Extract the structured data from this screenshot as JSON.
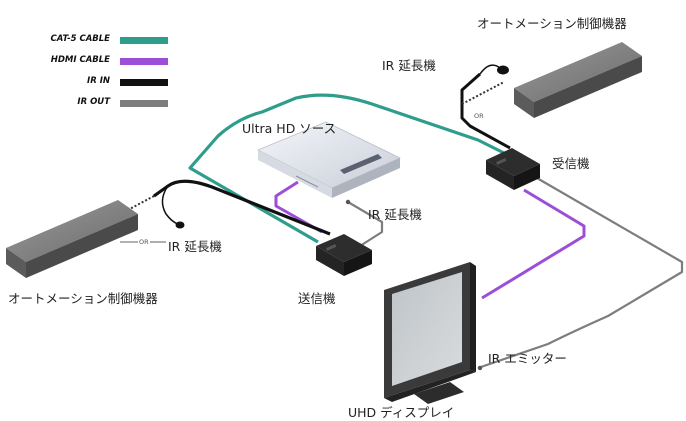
{
  "legend": [
    {
      "label": "CAT-5 CABLE",
      "color": "#2f9d8c"
    },
    {
      "label": "HDMI CABLE",
      "color": "#9b4fd6"
    },
    {
      "label": "IR IN",
      "color": "#111111"
    },
    {
      "label": "IR OUT",
      "color": "#7d7d7d"
    }
  ],
  "labels": {
    "automation_top": "オートメーション制御機器",
    "ir_ext_top": "IR 延長機",
    "ultra_hd_source": "Ultra HD ソース",
    "receiver": "受信機",
    "ir_ext_middle": "IR 延長機",
    "ir_ext_left": "IR 延長機",
    "automation_left": "オートメーション制御機器",
    "sender": "送信機",
    "ir_emitter": "IR エミッター",
    "uhd_display": "UHD ディスプレイ"
  },
  "or_text": "OR",
  "colors": {
    "cat5": "#2f9d8c",
    "hdmi": "#9b4fd6",
    "ir_in": "#111111",
    "ir_out": "#7d7d7d"
  }
}
